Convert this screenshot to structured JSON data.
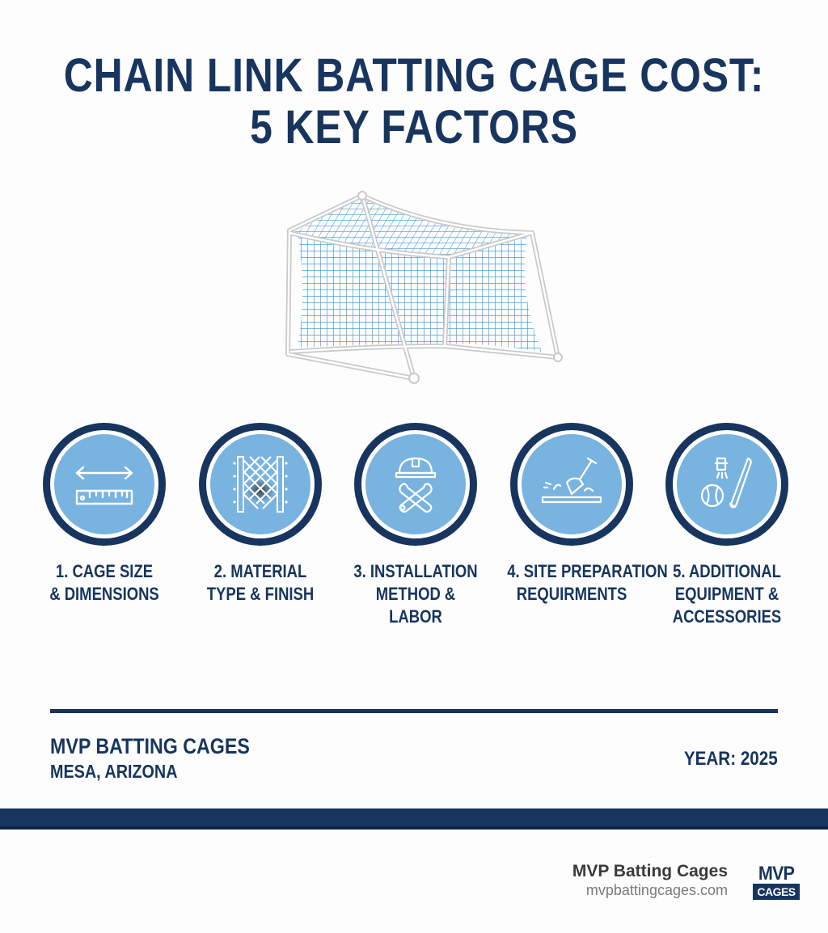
{
  "title": {
    "line1": "CHAIN LINK BATTING CAGE COST:",
    "line2": "5 KEY FACTORS"
  },
  "hero": {
    "icon": "batting-cage-net-icon"
  },
  "factors": [
    {
      "icon": "ruler-dimensions-icon",
      "line1": "1. CAGE SIZE",
      "line2": "& DIMENSIONS",
      "line3": ""
    },
    {
      "icon": "chain-link-fence-icon",
      "line1": "2. MATERIAL",
      "line2": "TYPE & FINISH",
      "line3": ""
    },
    {
      "icon": "hardhat-wrenches-icon",
      "line1": "3. INSTALLATION",
      "line2": "METHOD &",
      "line3": "LABOR"
    },
    {
      "icon": "shovel-ground-icon",
      "line1": "4. SITE PREPARATION",
      "line2": "REQUIRMENTS",
      "line3": ""
    },
    {
      "icon": "ball-bat-equipment-icon",
      "line1": "5. ADDITIONAL",
      "line2": "EQUIPMENT &",
      "line3": "ACCESSORIES"
    }
  ],
  "footer": {
    "org_name": "MVP BATTING CAGES",
    "location": "MESA, ARIZONA",
    "year": "YEAR: 2025"
  },
  "brand": {
    "name": "MVP Batting Cages",
    "url": "mvpbattingcages.com",
    "logo_top": "MVP",
    "logo_bottom": "CAGES"
  },
  "colors": {
    "navy": "#17355e",
    "circle_fill": "#79b3e0",
    "net_blue": "#4a9fd8",
    "frame_gray": "#c9c9c9"
  }
}
